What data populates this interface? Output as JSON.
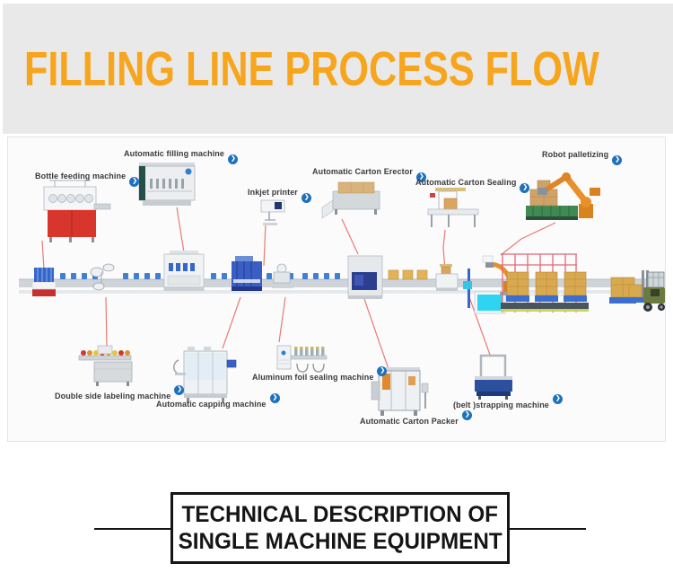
{
  "banner": {
    "title": "FILLING LINE PROCESS FLOW",
    "title_color": "#f6a51c",
    "bg_color": "#e9e9e9"
  },
  "diagram": {
    "stations": [
      {
        "id": "bottle-feeding",
        "label": "Bottle feeding machine"
      },
      {
        "id": "automatic-filling",
        "label": "Automatic filling machine"
      },
      {
        "id": "inkjet-printer",
        "label": "Inkjet printer"
      },
      {
        "id": "carton-erector",
        "label": "Automatic Carton Erector"
      },
      {
        "id": "carton-sealing",
        "label": "Automatic Carton Sealing"
      },
      {
        "id": "robot-palletizing",
        "label": "Robot palletizing"
      },
      {
        "id": "double-side-labeling",
        "label": "Double side labeling machine"
      },
      {
        "id": "automatic-capping",
        "label": "Automatic capping machine"
      },
      {
        "id": "aluminum-foil-sealing",
        "label": "Aluminum foil sealing machine"
      },
      {
        "id": "carton-packer",
        "label": "Automatic Carton Packer"
      },
      {
        "id": "belt-strapping",
        "label": "(belt )strapping machine"
      }
    ],
    "connector_color": "#e97a74",
    "icon_color": "#1d71bd"
  },
  "icons": {
    "station_link": "chevron-right-circle-icon",
    "glyph": "❯"
  },
  "footer": {
    "line1": "TECHNICAL DESCRIPTION OF",
    "line2": "SINGLE MACHINE EQUIPMENT"
  }
}
